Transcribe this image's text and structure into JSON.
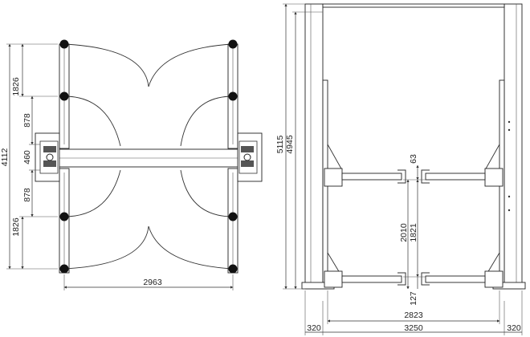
{
  "top_view": {
    "dims": {
      "total_height": "4112",
      "upper_arm_swing": "1826",
      "upper_arm_inner": "878",
      "center_gap": "460",
      "lower_arm_inner": "878",
      "lower_arm_swing": "1826",
      "column_spacing": "2963"
    }
  },
  "front_view": {
    "dims": {
      "total_height": "5115",
      "inner_height": "4945",
      "min_pad_height": "63",
      "lift_height": "2010",
      "lift_travel": "1821",
      "base_height": "127",
      "width_between_columns": "2823",
      "left_column_width": "320",
      "overall_inner_width": "3250",
      "right_column_width": "320"
    }
  }
}
